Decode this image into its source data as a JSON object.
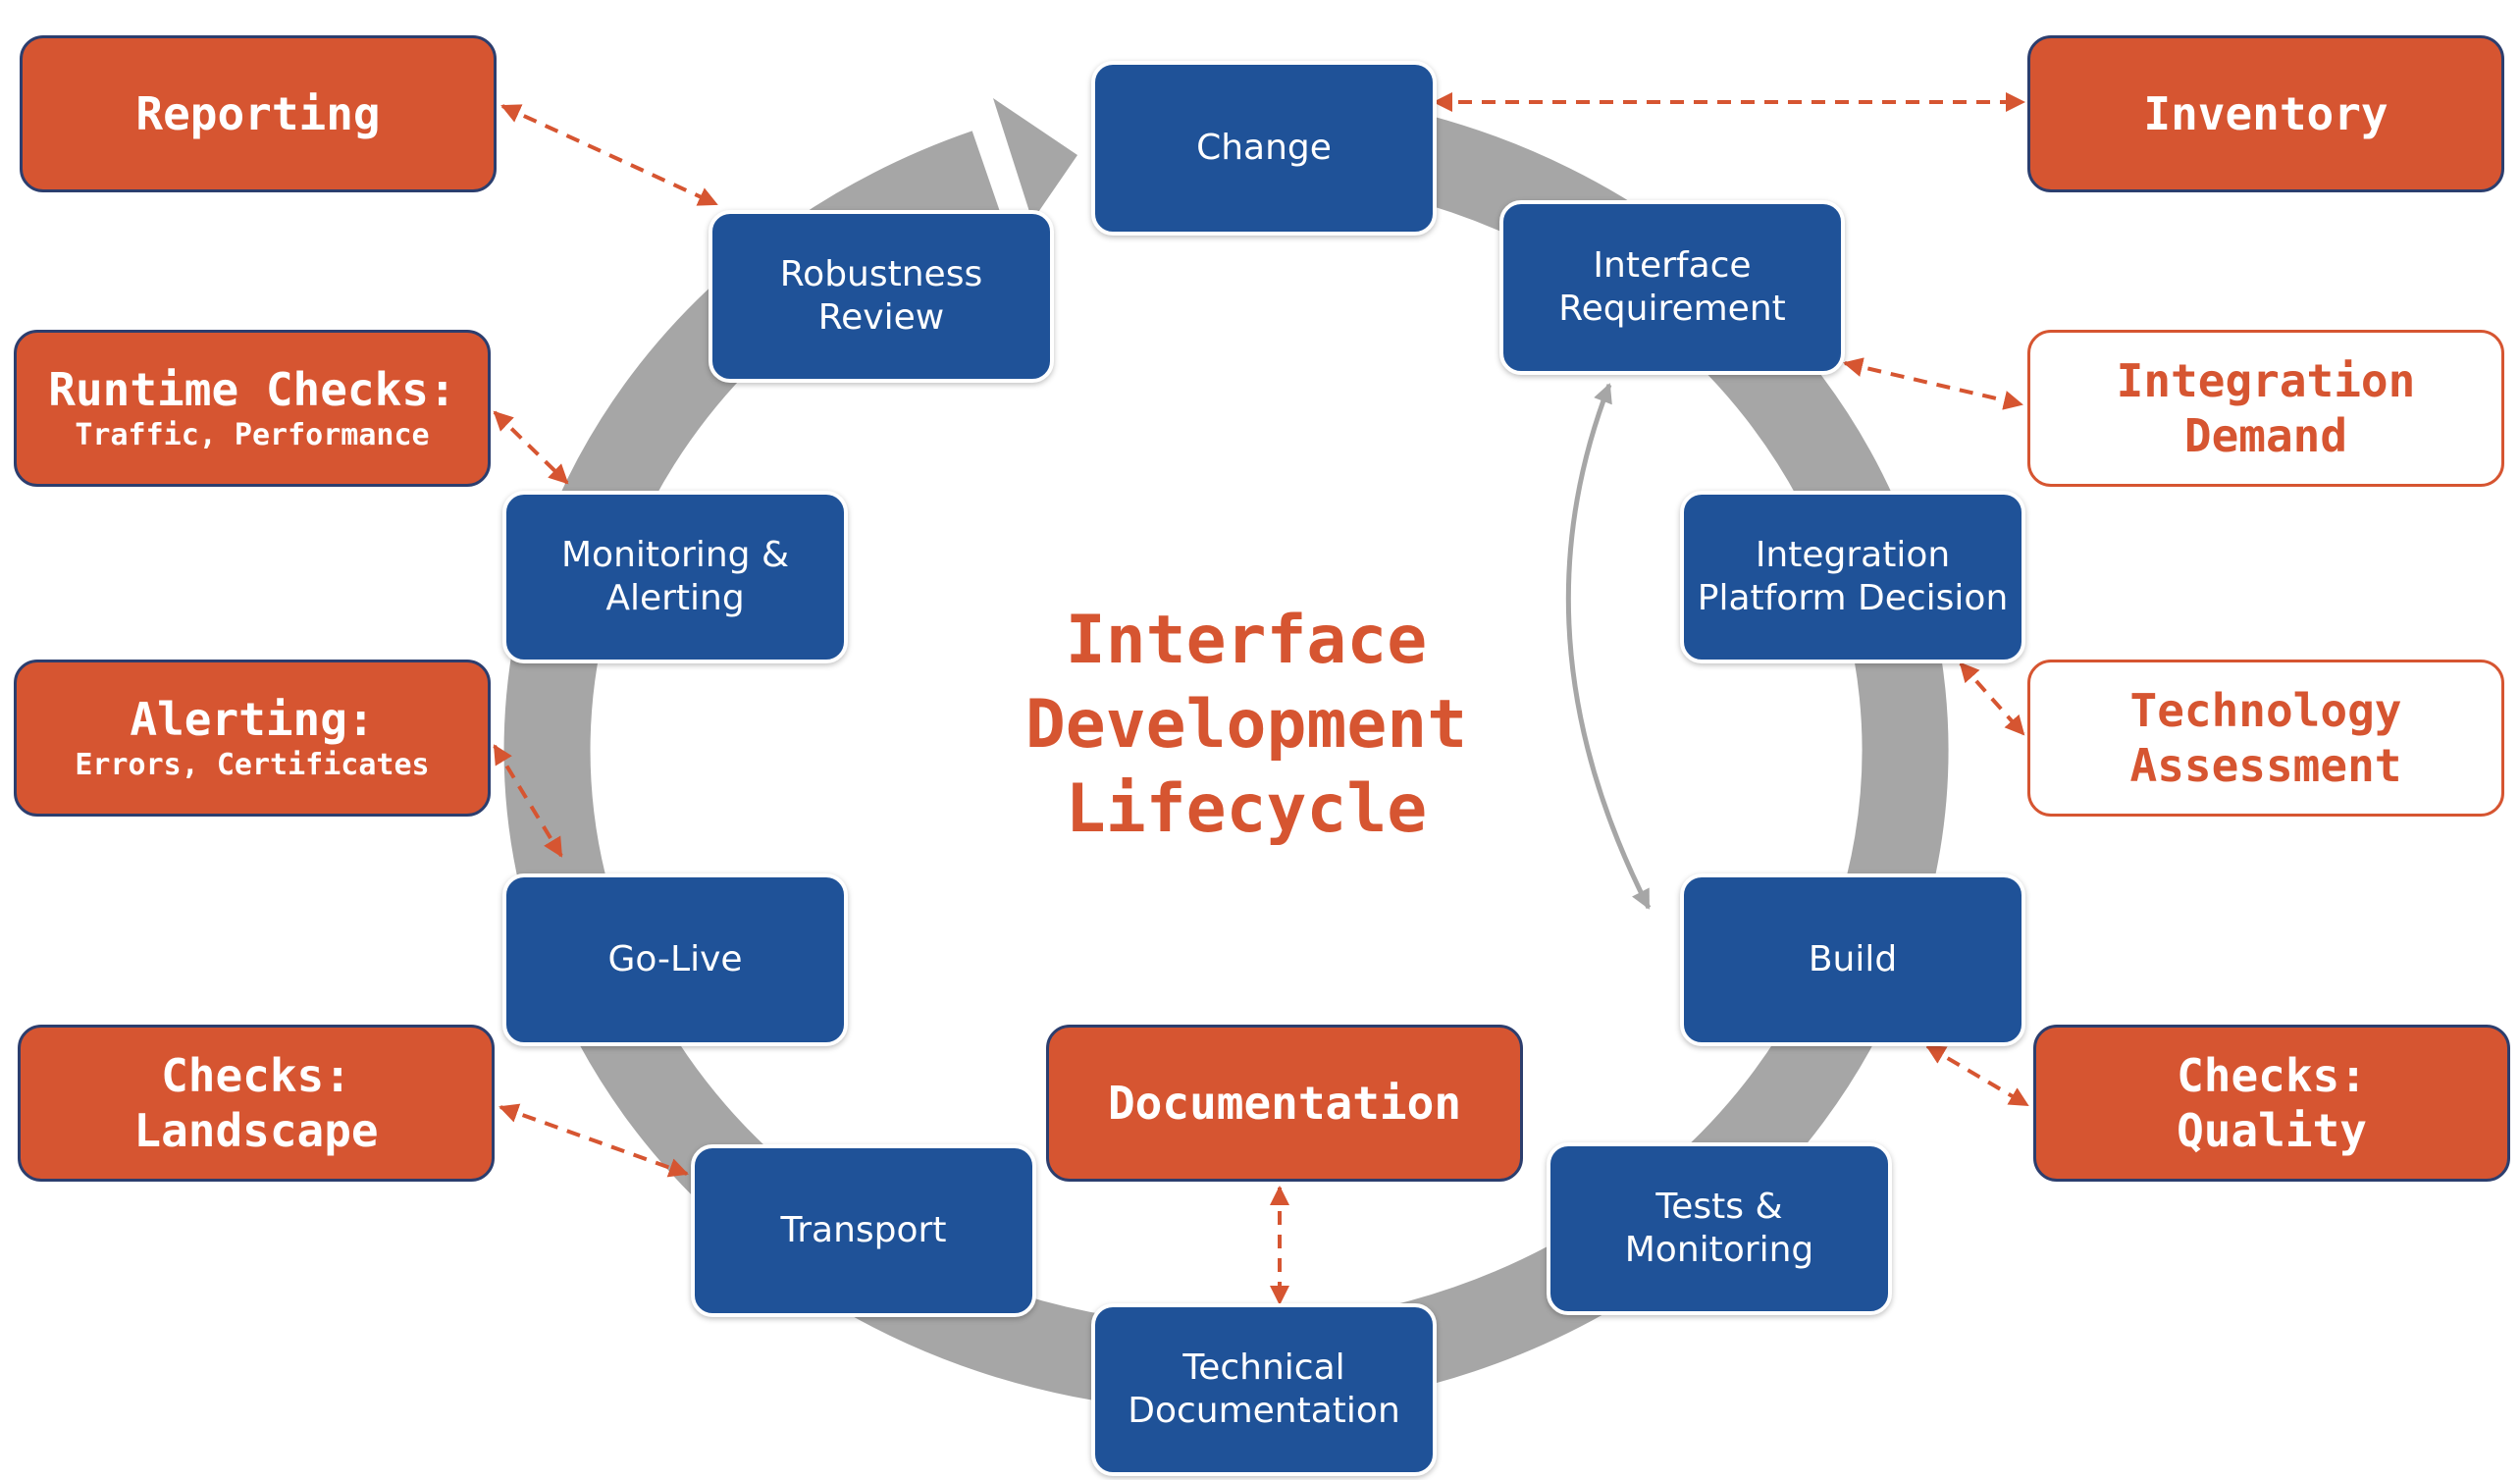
{
  "title_lines": [
    "Interface",
    "Development",
    "Lifecycle"
  ],
  "stages": [
    {
      "id": "change",
      "lines": [
        "Change"
      ]
    },
    {
      "id": "interface-requirement",
      "lines": [
        "Interface",
        "Requirement"
      ]
    },
    {
      "id": "integration-platform-decision",
      "lines": [
        "Integration",
        "Platform Decision"
      ]
    },
    {
      "id": "build",
      "lines": [
        "Build"
      ]
    },
    {
      "id": "tests-monitoring",
      "lines": [
        "Tests &",
        "Monitoring"
      ]
    },
    {
      "id": "technical-documentation",
      "lines": [
        "Technical",
        "Documentation"
      ]
    },
    {
      "id": "transport",
      "lines": [
        "Transport"
      ]
    },
    {
      "id": "go-live",
      "lines": [
        "Go-Live"
      ]
    },
    {
      "id": "monitoring-alerting",
      "lines": [
        "Monitoring &",
        "Alerting"
      ]
    },
    {
      "id": "robustness-review",
      "lines": [
        "Robustness",
        "Review"
      ]
    }
  ],
  "externals": [
    {
      "id": "reporting",
      "main": [
        "Reporting"
      ],
      "sub": [],
      "style": "filled"
    },
    {
      "id": "inventory",
      "main": [
        "Inventory"
      ],
      "sub": [],
      "style": "filled"
    },
    {
      "id": "runtime-checks",
      "main": [
        "Runtime Checks:"
      ],
      "sub": [
        "Traffic, Performance"
      ],
      "style": "filled"
    },
    {
      "id": "integration-demand",
      "main": [
        "Integration",
        "Demand"
      ],
      "sub": [],
      "style": "outline"
    },
    {
      "id": "alerting",
      "main": [
        "Alerting:"
      ],
      "sub": [
        "Errors, Certificates"
      ],
      "style": "filled"
    },
    {
      "id": "technology-assessment",
      "main": [
        "Technology",
        "Assessment"
      ],
      "sub": [],
      "style": "outline"
    },
    {
      "id": "checks-landscape",
      "main": [
        "Checks:",
        "Landscape"
      ],
      "sub": [],
      "style": "filled"
    },
    {
      "id": "documentation",
      "main": [
        "Documentation"
      ],
      "sub": [],
      "style": "filled"
    },
    {
      "id": "checks-quality",
      "main": [
        "Checks:",
        "Quality"
      ],
      "sub": [],
      "style": "filled"
    }
  ],
  "colors": {
    "stage_fill": "#1f5298",
    "external_fill": "#d65531",
    "cycle_arrow": "#a6a6a6",
    "connector": "#d65531"
  }
}
